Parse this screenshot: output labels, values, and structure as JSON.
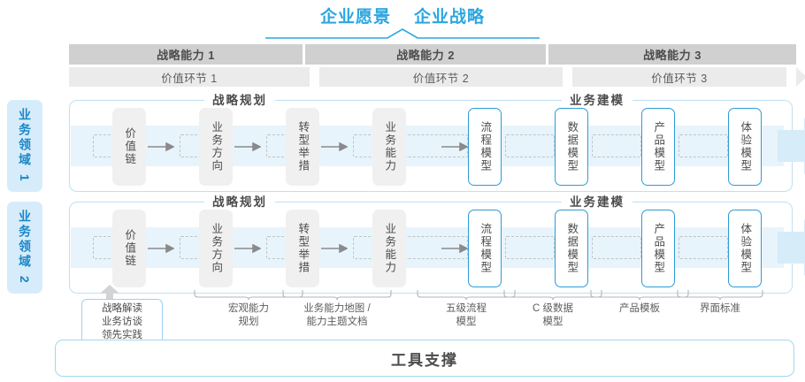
{
  "header": {
    "titles": [
      "企业愿景",
      "企业战略"
    ],
    "accent_color": "#2ba6e0"
  },
  "capability_bars": [
    {
      "label": "战略能力 1"
    },
    {
      "label": "战略能力 2"
    },
    {
      "label": "战略能力 3"
    }
  ],
  "value_chain_bars": [
    {
      "label": "价值环节 1"
    },
    {
      "label": "价值环节 2"
    },
    {
      "label": "价值环节 3"
    }
  ],
  "domains": [
    {
      "side_label": "业务领域 1",
      "sections": [
        {
          "title": "战略规划"
        },
        {
          "title": "业务建模"
        }
      ],
      "nodes": [
        {
          "label": "价值链",
          "style": "gray"
        },
        {
          "label": "业务方向",
          "style": "gray"
        },
        {
          "label": "转型举措",
          "style": "gray"
        },
        {
          "label": "业务能力",
          "style": "gray"
        },
        {
          "label": "流程模型",
          "style": "blue"
        },
        {
          "label": "数据模型",
          "style": "blue"
        },
        {
          "label": "产品模型",
          "style": "blue"
        },
        {
          "label": "体验模型",
          "style": "blue"
        }
      ]
    },
    {
      "side_label": "业务领域 2",
      "sections": [
        {
          "title": "战略规划"
        },
        {
          "title": "业务建模"
        }
      ],
      "nodes": [
        {
          "label": "价值链",
          "style": "gray"
        },
        {
          "label": "业务方向",
          "style": "gray"
        },
        {
          "label": "转型举措",
          "style": "gray"
        },
        {
          "label": "业务能力",
          "style": "gray"
        },
        {
          "label": "流程模型",
          "style": "blue"
        },
        {
          "label": "数据模型",
          "style": "blue"
        },
        {
          "label": "产品模型",
          "style": "blue"
        },
        {
          "label": "体验模型",
          "style": "blue"
        }
      ]
    }
  ],
  "annotations": [
    {
      "lines": [
        "战略解读",
        "业务访谈",
        "领先实践"
      ],
      "boxed": true
    },
    {
      "lines": [
        "宏观能力",
        "规划"
      ],
      "boxed": false
    },
    {
      "lines": [
        "业务能力地图 /",
        "能力主题文档"
      ],
      "boxed": false
    },
    {
      "lines": [
        "五级流程",
        "模型"
      ],
      "boxed": false
    },
    {
      "lines": [
        "C 级数据",
        "模型"
      ],
      "boxed": false
    },
    {
      "lines": [
        "产品模板"
      ],
      "boxed": false
    },
    {
      "lines": [
        "界面标准"
      ],
      "boxed": false
    }
  ],
  "footer": {
    "label": "工具支撑"
  },
  "colors": {
    "accent_blue": "#2ba6e0",
    "node_blue_border": "#2d9cd6",
    "band_fill": "#e8f4fb",
    "capability_bar": "#d0d0d0",
    "value_chain_bar": "#ebebeb",
    "side_label_bg": "#d6ecfa",
    "text_gray": "#4c4c4e"
  }
}
